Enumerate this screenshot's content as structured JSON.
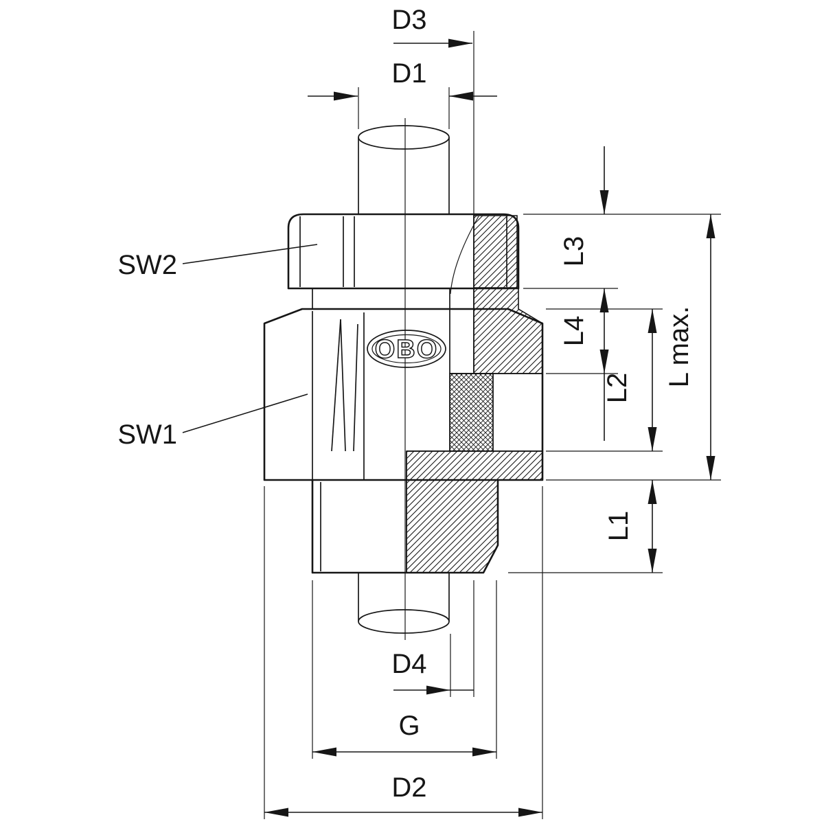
{
  "drawing": {
    "type": "technical-section-drawing",
    "logo": "OBO",
    "labels": {
      "d3": "D3",
      "d1": "D1",
      "sw2": "SW2",
      "sw1": "SW1",
      "l3": "L3",
      "l4": "L4",
      "l2": "L2",
      "l1": "L1",
      "l_max": "L max.",
      "d4": "D4",
      "g": "G",
      "d2": "D2"
    },
    "colors": {
      "line": "#161616",
      "background": "#ffffff"
    }
  }
}
